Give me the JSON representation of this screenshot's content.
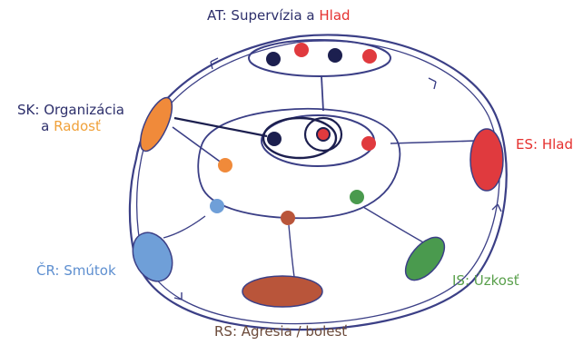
{
  "labels": {
    "at": {
      "prefix": "AT: Supervízia a ",
      "highlight": "Hlad"
    },
    "sk": {
      "line1": "SK: Organizácia",
      "line2_prefix": "a ",
      "line2_highlight": "Radosť"
    },
    "es": "ES: Hlad",
    "cr": "ČR: Smútok",
    "is": "IS: Úzkosť",
    "rs": "RS: Agresia / bolesť"
  },
  "colors": {
    "navy": "#1c1f4f",
    "red": "#e03a3e",
    "orange": "#f08a3a",
    "blue": "#6f9fd8",
    "green": "#4a9a4e",
    "brown": "#b9553a",
    "stroke": "#3b3f86",
    "label_navy": "#2d2f6b",
    "label_red": "#e5312f",
    "label_orange": "#f0a13a",
    "label_blue": "#5e8fd0",
    "label_green": "#5aa04c",
    "label_brown": "#6b4a3a"
  }
}
